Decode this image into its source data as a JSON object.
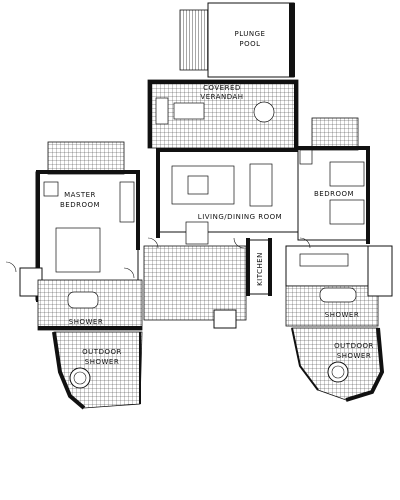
{
  "rooms": {
    "plunge_pool": [
      "PLUNGE",
      "POOL"
    ],
    "covered_verandah": [
      "COVERED",
      "VERANDAH"
    ],
    "master_bedroom": [
      "MASTER",
      "BEDROOM"
    ],
    "bedroom": "BEDROOM",
    "living_dining": "LIVING/DINING ROOM",
    "kitchen": "KITCHEN",
    "shower_left": "SHOWER",
    "shower_right": "SHOWER",
    "outdoor_shower_left": [
      "OUTDOOR",
      "SHOWER"
    ],
    "outdoor_shower_right": [
      "OUTDOOR",
      "SHOWER"
    ]
  }
}
